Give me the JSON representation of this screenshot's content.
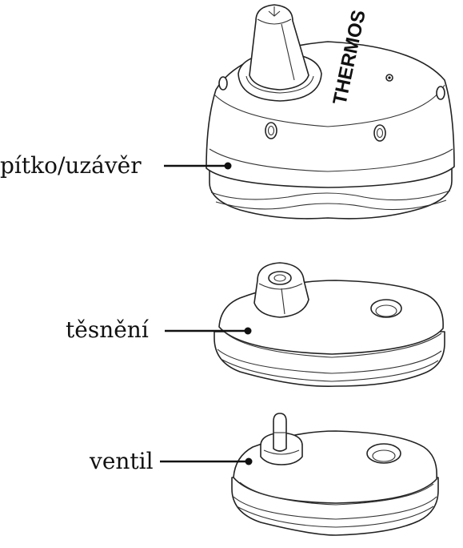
{
  "labels": [
    {
      "text": "pítko/uzávěr"
    },
    {
      "text": "těsnění"
    },
    {
      "text": "ventil"
    }
  ],
  "logo_text": "THERMOS"
}
